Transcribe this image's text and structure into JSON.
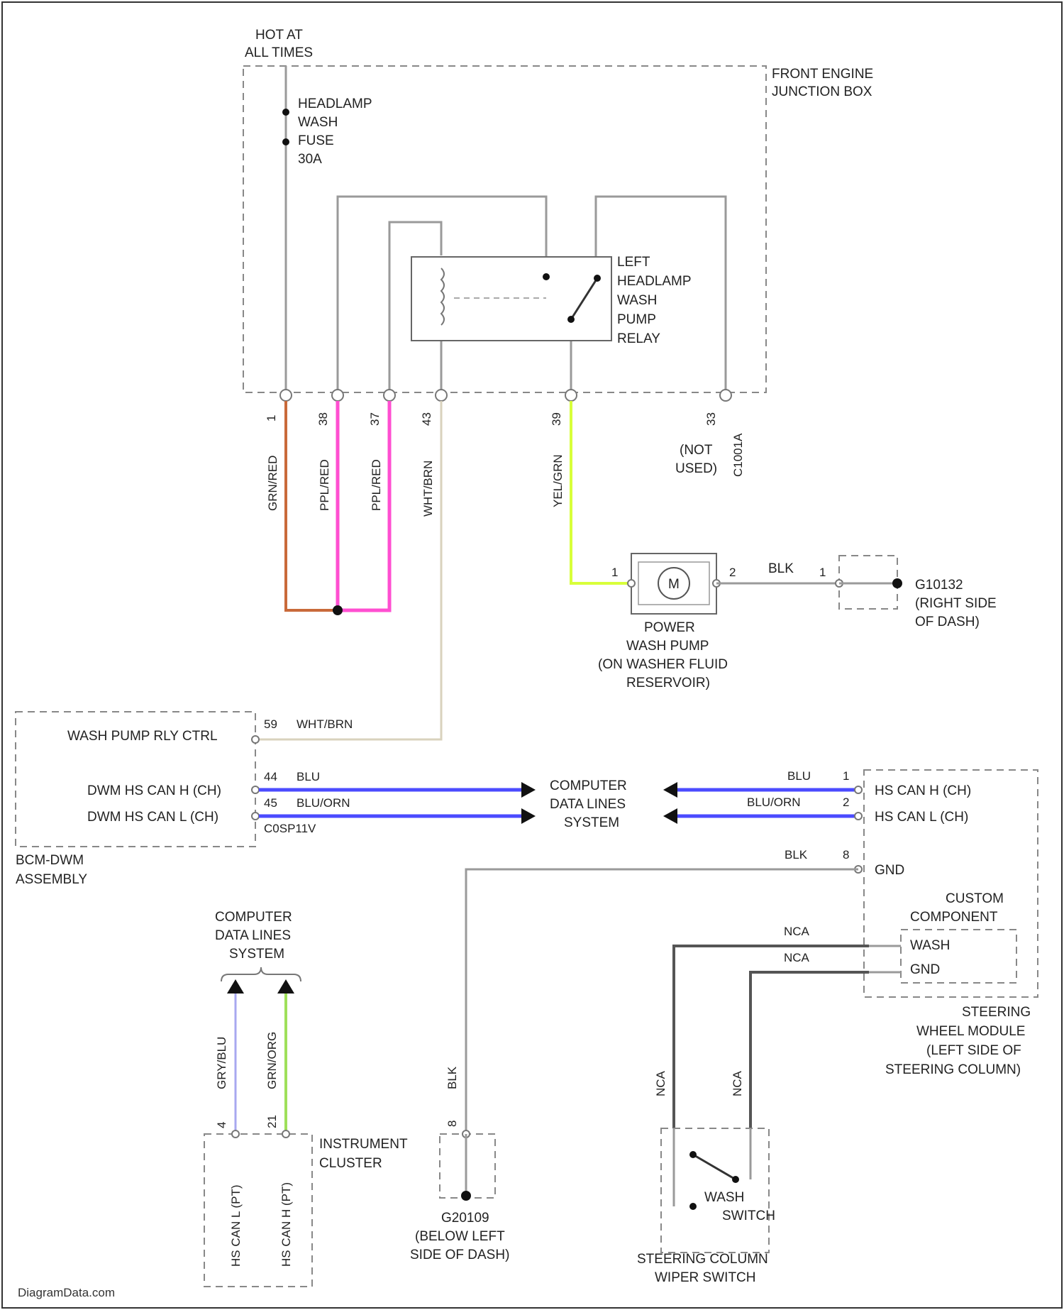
{
  "power_source": {
    "line1": "HOT AT",
    "line2": "ALL TIMES"
  },
  "junction_box": {
    "line1": "FRONT ENGINE",
    "line2": "JUNCTION BOX"
  },
  "fuse": {
    "line1": "HEADLAMP",
    "line2": "WASH",
    "line3": "FUSE",
    "line4": "30A"
  },
  "relay": {
    "line1": "LEFT",
    "line2": "HEADLAMP",
    "line3": "WASH",
    "line4": "PUMP",
    "line5": "RELAY"
  },
  "jb_pins": [
    "1",
    "38",
    "37",
    "43",
    "39",
    "33"
  ],
  "jb_wires": [
    "GRN/RED",
    "PPL/RED",
    "PPL/RED",
    "WHT/BRN",
    "YEL/GRN"
  ],
  "not_used": {
    "line1": "(NOT",
    "line2": "USED)",
    "connector": "C1001A"
  },
  "pump": {
    "pin1": "1",
    "pin2": "2",
    "motor": "M",
    "ground_wire": "BLK",
    "line1": "POWER",
    "line2": "WASH PUMP",
    "line3": "(ON WASHER FLUID",
    "line4": "RESERVOIR)"
  },
  "ground_right": {
    "pin": "1",
    "line1": "G10132",
    "line2": "(RIGHT SIDE",
    "line3": "OF DASH)"
  },
  "bcm": {
    "wash_label": "WASH PUMP RLY CTRL",
    "can_h_label": "DWM HS CAN H (CH)",
    "can_l_label": "DWM HS CAN L (CH)",
    "pin_wash": "59",
    "wire_wash": "WHT/BRN",
    "pin_h": "44",
    "wire_h": "BLU",
    "pin_l": "45",
    "wire_l": "BLU/ORN",
    "connector": "C0SP11V",
    "line1": "BCM-DWM",
    "line2": "ASSEMBLY"
  },
  "data_lines_center": {
    "line1": "COMPUTER",
    "line2": "DATA LINES",
    "line3": "SYSTEM"
  },
  "swm": {
    "wire_h": "BLU",
    "pin_h": "1",
    "can_h_label": "HS CAN H (CH)",
    "wire_l": "BLU/ORN",
    "pin_l": "2",
    "can_l_label": "HS CAN L (CH)",
    "wire_gnd": "BLK",
    "pin_gnd": "8",
    "gnd_label": "GND",
    "custom_line1": "CUSTOM",
    "custom_line2": "COMPONENT",
    "wash": "WASH",
    "gnd2": "GND",
    "nca1": "NCA",
    "nca2": "NCA",
    "line1": "STEERING",
    "line2": "WHEEL MODULE",
    "line3": "(LEFT SIDE OF",
    "line4": "STEERING COLUMN)"
  },
  "data_lines_left": {
    "line1": "COMPUTER",
    "line2": "DATA LINES",
    "line3": "SYSTEM"
  },
  "cluster": {
    "wire1": "GRY/BLU",
    "wire2": "GRN/ORG",
    "pin1": "4",
    "pin2": "21",
    "can_l": "HS CAN L (PT)",
    "can_h": "HS CAN H (PT)",
    "line1": "INSTRUMENT",
    "line2": "CLUSTER"
  },
  "ground_left": {
    "wire": "BLK",
    "pin": "8",
    "line1": "G20109",
    "line2": "(BELOW LEFT",
    "line3": "SIDE OF DASH)"
  },
  "switch": {
    "nca1": "NCA",
    "nca2": "NCA",
    "line1": "WASH",
    "line2": "SWITCH",
    "title1": "STEERING COLUMN",
    "title2": "WIPER SWITCH"
  },
  "watermark": "DiagramData.com"
}
